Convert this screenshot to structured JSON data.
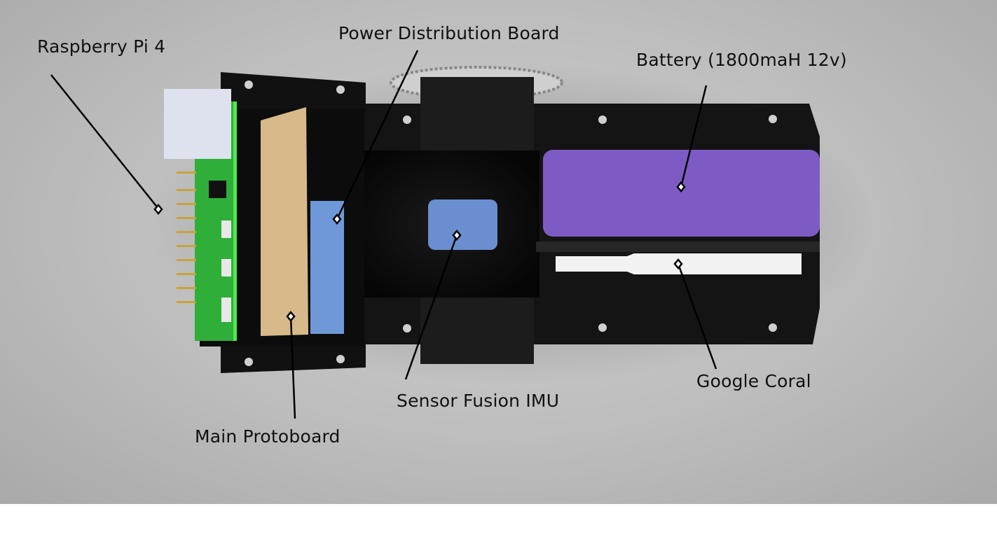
{
  "labels": {
    "raspberry_pi": "Raspberry Pi 4",
    "power_board": "Power Distribution Board",
    "battery": "Battery (1800maH 12v)",
    "main_protoboard": "Main Protoboard",
    "imu": "Sensor Fusion IMU",
    "coral": "Google Coral"
  },
  "colors": {
    "background": "#bdbdbd",
    "chassis": "#111111",
    "battery": "#7e5bc4",
    "protoboard": "#d8b98a",
    "power_board": "#6f98d8",
    "imu": "#6a8ed0",
    "coral": "#f2f2f2",
    "pi_board": "#2fae3a"
  }
}
